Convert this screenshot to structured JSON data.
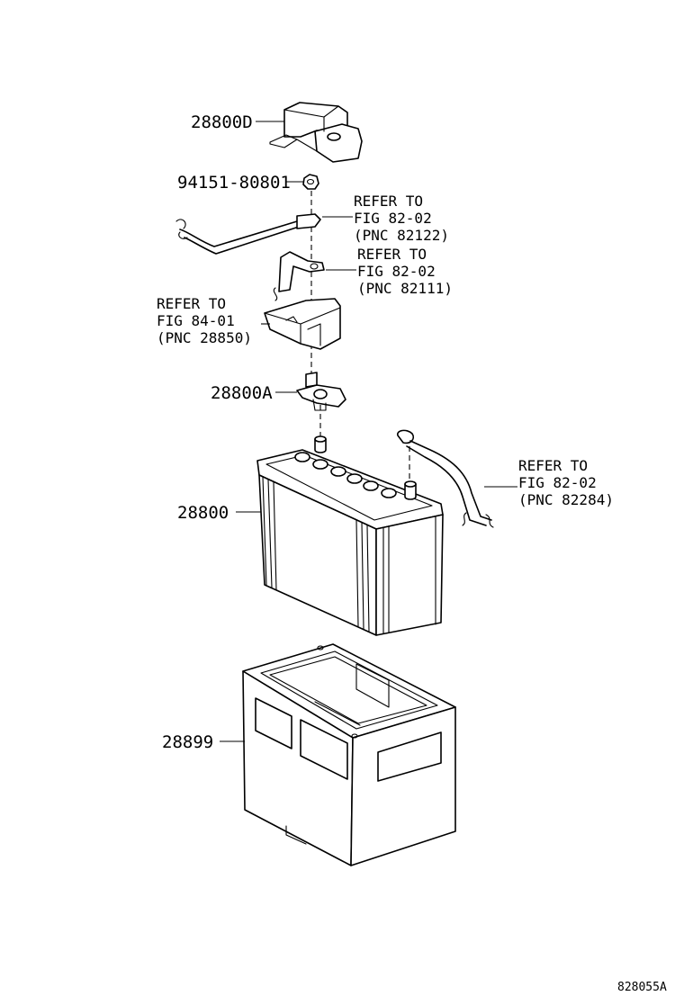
{
  "figure_code": "828055A",
  "parts": {
    "cover_28800D": {
      "number": "28800D"
    },
    "nut": {
      "number": "94151-80801"
    },
    "clamp_28800A": {
      "number": "28800A"
    },
    "battery": {
      "number": "28800"
    },
    "tray": {
      "number": "28899"
    }
  },
  "references": {
    "ref_82122": {
      "line1": "REFER TO",
      "line2": "FIG 82-02",
      "line3": "(PNC 82122)"
    },
    "ref_82111": {
      "line1": "REFER TO",
      "line2": "FIG 82-02",
      "line3": "(PNC 82111)"
    },
    "ref_28850": {
      "line1": "REFER TO",
      "line2": "FIG 84-01",
      "line3": "(PNC 28850)"
    },
    "ref_82284": {
      "line1": "REFER TO",
      "line2": "FIG 82-02",
      "line3": "(PNC 82284)"
    }
  }
}
